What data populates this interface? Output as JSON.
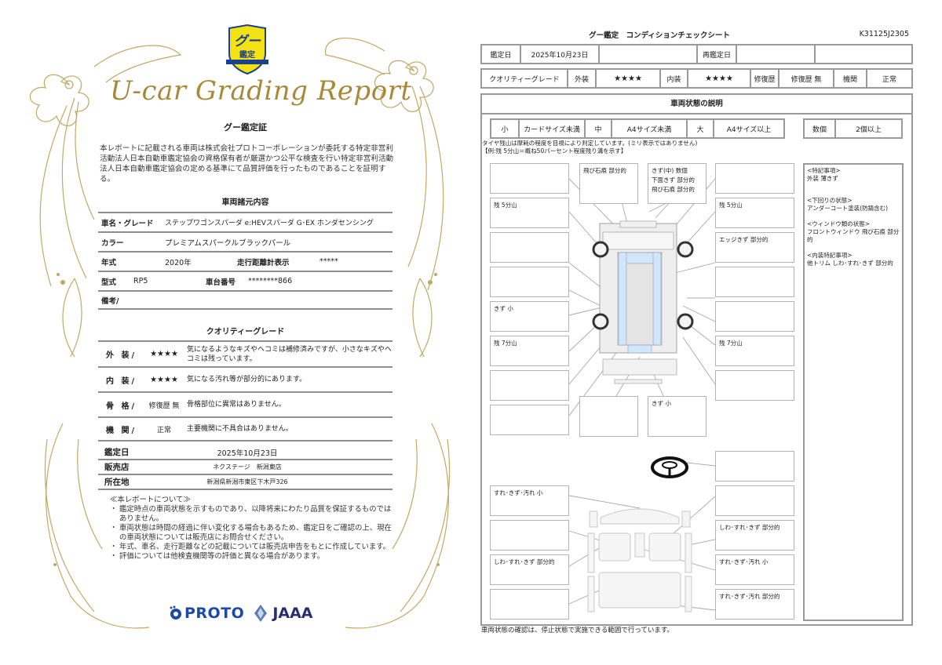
{
  "certificate": {
    "emblem": {
      "icon": "goo-kantei-shield-icon",
      "text_top": "グー",
      "text_bottom": "鑑定",
      "colors": {
        "fill": "#f3e315",
        "border": "#1d3f8f",
        "text": "#1d3f8f"
      }
    },
    "script_title": "U-car Grading Report",
    "heading": "グー鑑定証",
    "intro": "本レポートに記載される車両は株式会社プロトコーポレーションが委託する特定非営利活動法人日本自動車鑑定協会の資格保有者が厳選かつ公平な検査を行い特定非営利活動法人日本自動車鑑定協会の定める基準にて品質評価を行ったものであることを証明する。",
    "spec_section_title": "車両諸元内容",
    "spec": {
      "name_grade_label": "車名・グレード",
      "name_grade_value": "ステップワゴンスパーダ e:HEVスパーダ G･EX ホンダセンシング",
      "color_label": "カラー",
      "color_value": "プレミアムスパークルブラックパール",
      "year_label": "年式",
      "year_value": "2020年",
      "mileage_label": "走行距離計表示",
      "mileage_value": "*****",
      "model_label": "型式",
      "model_value": "RP5",
      "chassis_label": "車台番号",
      "chassis_value": "********866",
      "remarks_label": "備考/"
    },
    "grade_section_title": "クオリティーグレード",
    "grades": [
      {
        "label": "外 装/",
        "value": "★★★★",
        "desc": "気になるようなキズやヘコミは補修済みですが、小さなキズやヘコミは残っています。"
      },
      {
        "label": "内 装/",
        "value": "★★★★",
        "desc": "気になる汚れ等が部分的にあります。"
      },
      {
        "label": "骨 格/",
        "value": "修復歴 無",
        "desc": "骨格部位に異常はありません。"
      },
      {
        "label": "機 関/",
        "value": "正常",
        "desc": "主要機関に不具合はありません。"
      }
    ],
    "info": {
      "date_label": "鑑定日",
      "date_value": "2025年10月23日",
      "dealer_label": "販売店",
      "dealer_value": "ネクステージ　新潟東店",
      "location_label": "所在地",
      "location_value": "新潟県新潟市東区下木戸326"
    },
    "notes_title": "≪本レポートについて≫",
    "notes": [
      "鑑定時点の車両状態を示すものであり、以降将来にわたり品質を保証するものではありません。",
      "車両状態は時間の経過に伴い変化する場合もあるため、鑑定日をご確認の上、現在の車両状態については販売店にお問合せください。",
      "年式、車名、走行距離などの記載については販売店申告をもとに作成しています。",
      "評価については他検査機関等の評価と異なる場合があります。"
    ],
    "logos": {
      "proto": "PROTO",
      "jaaa": "JAAA",
      "proto_color": "#1c4aa6",
      "jaaa_color": "#2a2d6e"
    },
    "ornament_color": "#c2a862"
  },
  "sheet": {
    "title": "グー鑑定　コンディションチェックシート",
    "id": "K31125J2305",
    "date_row": {
      "date_label": "鑑定日",
      "date_value": "2025年10月23日",
      "reappraisal_label": "再鑑定日",
      "reappraisal_value": ""
    },
    "grade_row": {
      "label": "クオリティーグレード",
      "exterior_label": "外装",
      "exterior_value": "★★★★",
      "interior_label": "内装",
      "interior_value": "★★★★",
      "repair_label": "修復歴",
      "repair_value": "修復歴 無",
      "engine_label": "機関",
      "engine_value": "正常"
    },
    "condition_title": "車両状態の説明",
    "size_legend": [
      {
        "key": "小",
        "desc": "カードサイズ未満"
      },
      {
        "key": "中",
        "desc": "A4サイズ未満"
      },
      {
        "key": "大",
        "desc": "A4サイズ以上"
      }
    ],
    "count_legend": {
      "key": "数個",
      "desc": "2個以上"
    },
    "tire_note_1": "タイヤ残山は摩耗の程度を目視により判定しています。(ミリ表示ではありません)",
    "tire_note_2": "【例:残 5分山＝概ね50パーセント程度残り溝を示す】",
    "exterior_boxes": [
      {
        "id": "top-left-1",
        "text": ""
      },
      {
        "id": "front-left",
        "text": "飛び石痕 部分的"
      },
      {
        "id": "front-right",
        "text": "きず(中) 数個\n下面きず 部分的\n飛び石痕 部分的"
      },
      {
        "id": "top-right-1",
        "text": ""
      },
      {
        "id": "left-2",
        "text": "残 5分山"
      },
      {
        "id": "right-2",
        "text": "残 5分山"
      },
      {
        "id": "left-3",
        "text": ""
      },
      {
        "id": "right-3",
        "text": "エッジきず 部分的"
      },
      {
        "id": "left-4",
        "text": ""
      },
      {
        "id": "right-4",
        "text": ""
      },
      {
        "id": "left-5",
        "text": "きず 小"
      },
      {
        "id": "right-5",
        "text": ""
      },
      {
        "id": "left-6",
        "text": "残 7分山"
      },
      {
        "id": "right-6",
        "text": "残 7分山"
      },
      {
        "id": "left-7",
        "text": ""
      },
      {
        "id": "right-7",
        "text": ""
      },
      {
        "id": "left-8",
        "text": ""
      },
      {
        "id": "rear-left",
        "text": ""
      },
      {
        "id": "rear-right",
        "text": "きず 小"
      }
    ],
    "interior_boxes": [
      {
        "id": "steering",
        "text": ""
      },
      {
        "id": "i-left-1",
        "text": "すれ･きず･汚れ 小"
      },
      {
        "id": "i-right-1",
        "text": ""
      },
      {
        "id": "i-left-2",
        "text": ""
      },
      {
        "id": "i-right-2",
        "text": "しわ･すれ･きず 部分的"
      },
      {
        "id": "i-left-3",
        "text": "しわ･すれ･きず 部分的"
      },
      {
        "id": "i-right-3",
        "text": "すれ･きず･汚れ 小"
      },
      {
        "id": "i-left-4",
        "text": ""
      },
      {
        "id": "i-right-4",
        "text": "すれ･きず･汚れ 部分的"
      }
    ],
    "remarks": [
      {
        "heading": "<特記事項>",
        "body": "外装 薄きず"
      },
      {
        "heading": "<下回りの状態>",
        "body": "アンダーコート塗装(防錆含む)"
      },
      {
        "heading": "<ウィンドウ類の状態>",
        "body": "フロントウィンドウ 飛び石痕 部分的"
      },
      {
        "heading": "<内装特記事項>",
        "body": "他トリム しわ･すれ･きず 部分的"
      }
    ],
    "footer": "車両状態の確認は、停止状態で実施できる範囲で行っています。",
    "colors": {
      "border": "#9a9a9a",
      "glass": "#cfe6fb",
      "body": "#eeeeee"
    }
  }
}
